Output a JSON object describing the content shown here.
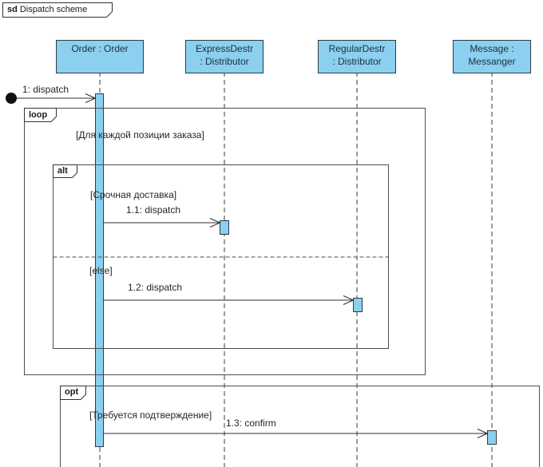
{
  "diagram": {
    "keyword": "sd",
    "name": "Dispatch scheme",
    "full_title": "sd Dispatch scheme",
    "type": "uml-sequence-diagram"
  },
  "lifelines": [
    {
      "id": "order",
      "line1": "Order : Order",
      "line2": ""
    },
    {
      "id": "express-destr",
      "line1": "ExpressDestr",
      "line2": ": Distributor"
    },
    {
      "id": "regular-destr",
      "line1": "RegularDestr",
      "line2": ": Distributor"
    },
    {
      "id": "message",
      "line1": "Message :",
      "line2": "Messanger"
    }
  ],
  "fragments": {
    "loop": {
      "operator": "loop",
      "guard": "[Для каждой позиции заказа]"
    },
    "alt": {
      "operator": "alt",
      "guard_urgent": "[Срочная доставка]",
      "guard_else": "[else]"
    },
    "opt": {
      "operator": "opt",
      "guard": "[Требуется подтверждение]"
    }
  },
  "messages": {
    "m1": {
      "label": "1: dispatch",
      "from": "found",
      "to": "Order : Order"
    },
    "m1_1": {
      "label": "1.1: dispatch",
      "from": "Order : Order",
      "to": "ExpressDestr : Distributor"
    },
    "m1_2": {
      "label": "1.2: dispatch",
      "from": "Order : Order",
      "to": "RegularDestr : Distributor"
    },
    "m1_3": {
      "label": "1.3: confirm",
      "from": "Order : Order",
      "to": "Message : Messanger"
    }
  },
  "colors": {
    "element_fill": "#8bd0ee",
    "element_border": "#2e3a45",
    "fragment_border": "#4d4d4d",
    "message_line": "#2e2e2e",
    "background": "#ffffff"
  }
}
